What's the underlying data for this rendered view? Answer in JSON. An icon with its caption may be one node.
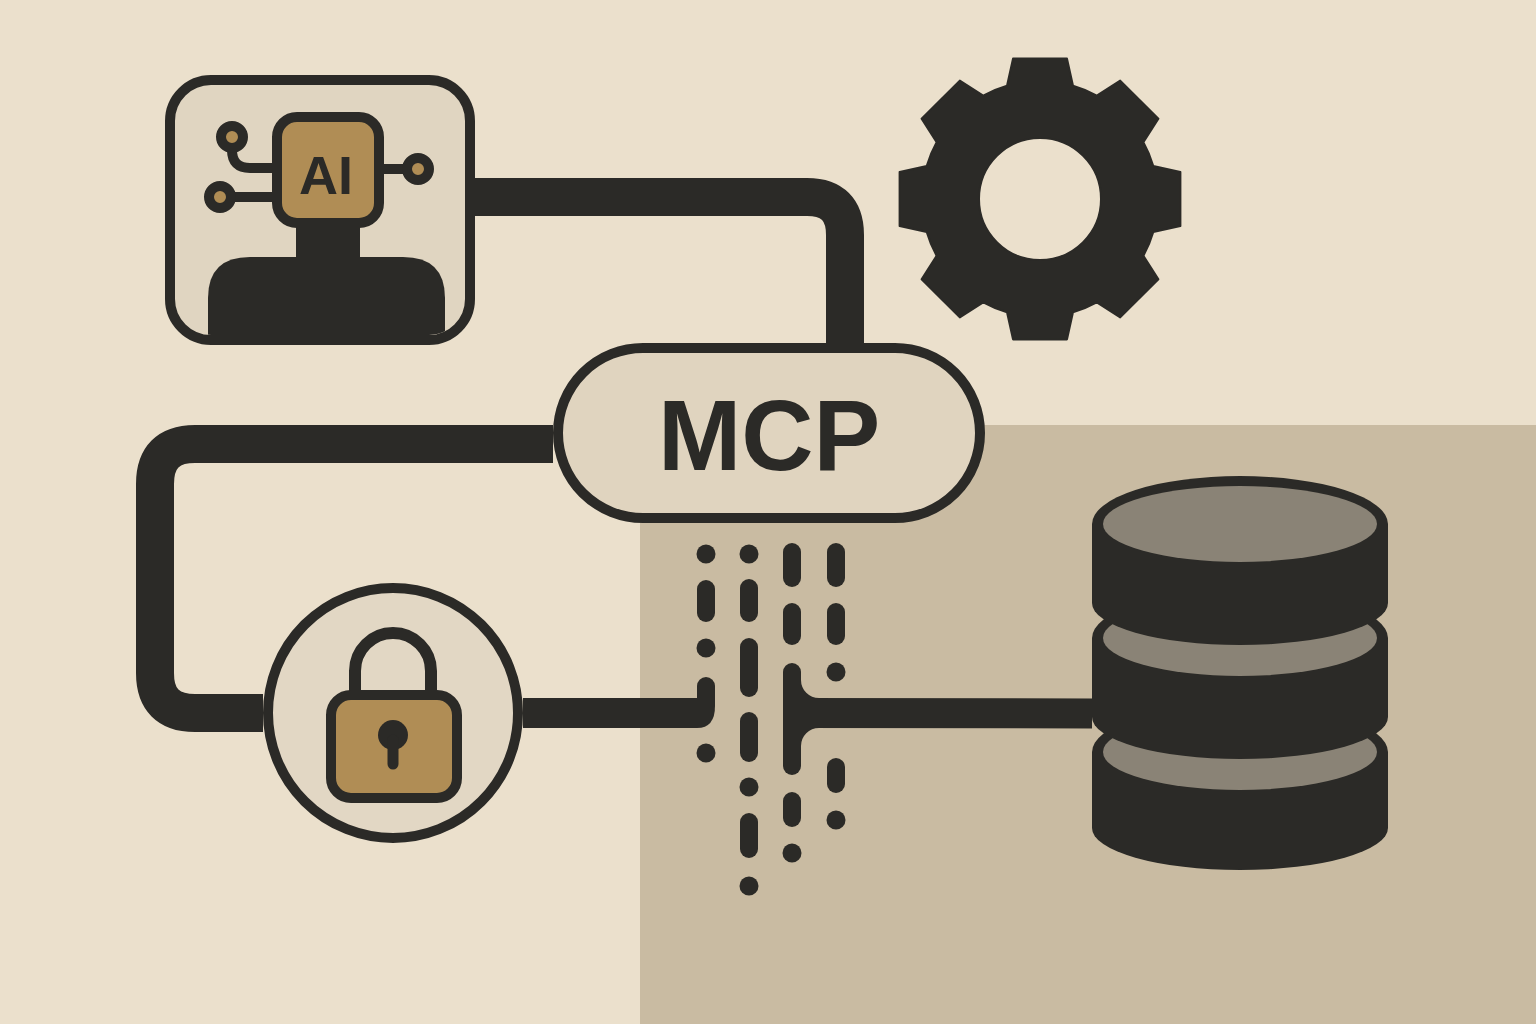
{
  "diagram": {
    "nodes": [
      {
        "text": [
          "AI"
        ]
      },
      {
        "text": [],
        "shape": "gear"
      },
      {
        "text": [
          "MCP"
        ]
      },
      {
        "text": [],
        "shape": "circle"
      },
      {
        "text": [],
        "shape": "picture"
      },
      {
        "text": [],
        "shape": "cylinder"
      }
    ],
    "edges": [
      {
        "from": 0,
        "to": 2,
        "arrow": "none"
      },
      {
        "from": 2,
        "to": 3,
        "arrow": "none"
      },
      {
        "from": 3,
        "to": 4,
        "arrow": "none"
      },
      {
        "from": 4,
        "to": 5,
        "arrow": "none"
      }
    ]
  }
}
